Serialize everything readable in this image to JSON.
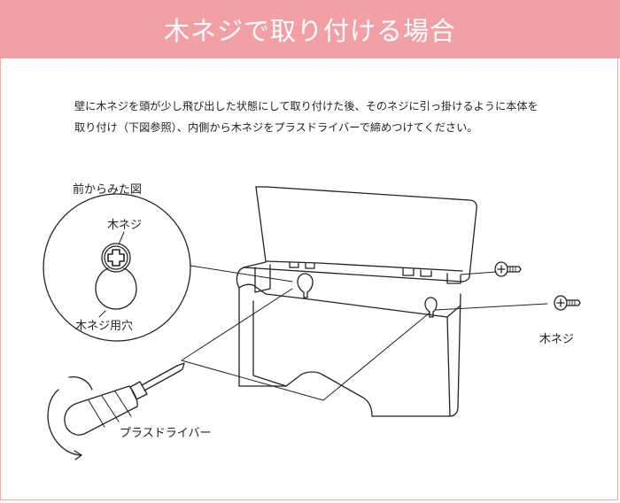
{
  "header": {
    "title": "木ネジで取り付ける場合"
  },
  "instructions": {
    "line1": "壁に木ネジを頭が少し飛び出した状態にして取り付けた後、そのネジに引っ掛けるように本体を",
    "line2": "取り付け（下図参照）、内側から木ネジをプラスドライバーで締めつけてください。"
  },
  "diagram": {
    "front_view_label": "前からみた図",
    "screw_label_inset": "木ネジ",
    "screw_hole_label": "木ネジ用穴",
    "screw_label_side": "木ネジ",
    "screwdriver_label": "プラスドライバー"
  },
  "colors": {
    "header_bg": "#f1a0a6",
    "border": "#f1a9ad",
    "line": "#222222"
  }
}
